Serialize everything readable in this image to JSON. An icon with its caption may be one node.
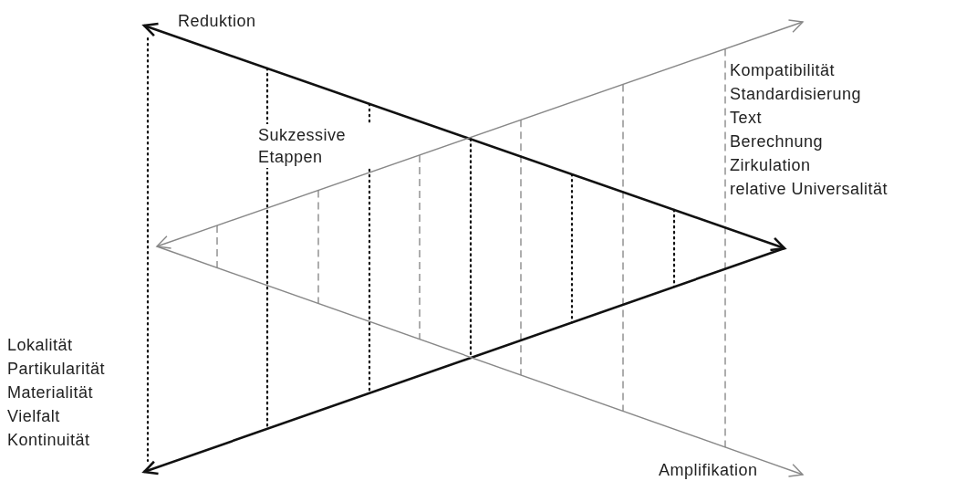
{
  "diagram": {
    "labels": [
      "Reduktion",
      "Kompatibilität",
      "Standardisierung",
      "Text",
      "Berechnung",
      "Zirkulation",
      "relative Universalität",
      "Sukzessive Etappen",
      "Lokalität",
      "Partikularität",
      "Materialität",
      "Vielfalt",
      "Kontinuität",
      "Amplifikation"
    ]
  }
}
